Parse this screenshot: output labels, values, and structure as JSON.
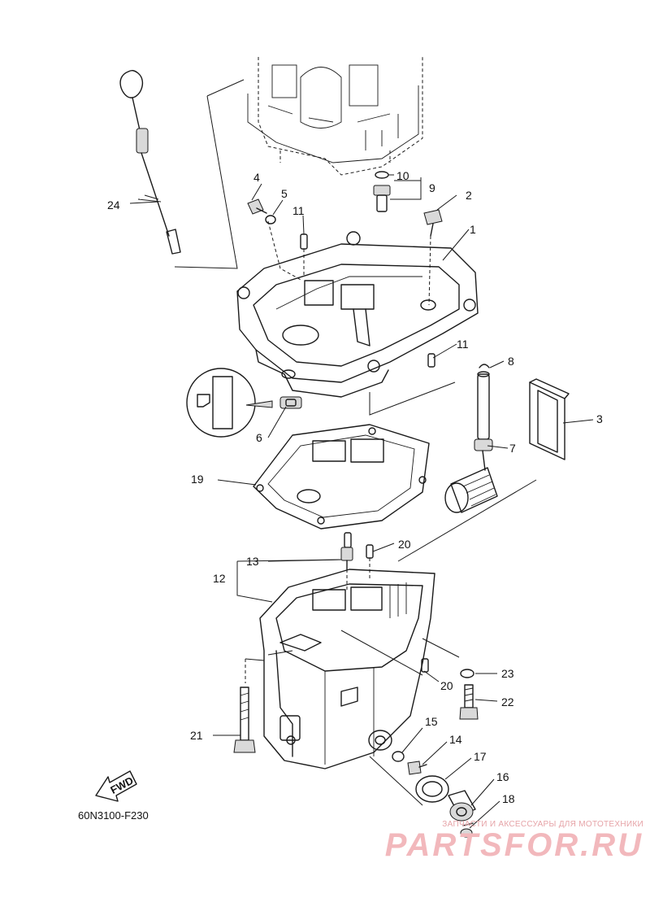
{
  "diagram_code": "60N3100-F230",
  "direction_label": "FWD",
  "watermark": {
    "tagline": "ЗАПЧАСТИ И АКСЕССУАРЫ ДЛЯ МОТОТЕХНИКИ",
    "brand": "PARTSFOR.RU"
  },
  "callouts": {
    "c1": "1",
    "c2": "2",
    "c3": "3",
    "c4": "4",
    "c5": "5",
    "c6": "6",
    "c7": "7",
    "c8": "8",
    "c9": "9",
    "c10": "10",
    "c11a": "11",
    "c11b": "11",
    "c12": "12",
    "c13": "13",
    "c14": "14",
    "c15": "15",
    "c16": "16",
    "c17": "17",
    "c18": "18",
    "c19": "19",
    "c20a": "20",
    "c20b": "20",
    "c21": "21",
    "c22": "22",
    "c23": "23",
    "c24": "24"
  },
  "colors": {
    "line": "#1a1a1a",
    "watermark": "#f2b8bc"
  }
}
